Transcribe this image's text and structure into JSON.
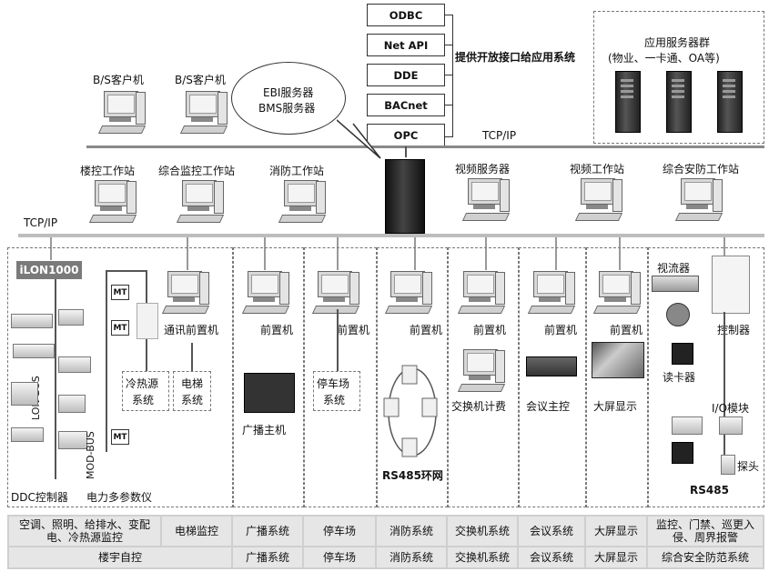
{
  "protocols": [
    "ODBC",
    "Net API",
    "DDE",
    "BACnet",
    "OPC"
  ],
  "interface_text": "提供开放接口给应用系统",
  "app_servers": {
    "title": "应用服务器群",
    "subtitle": "(物业、一卡通、OA等)"
  },
  "bubble": {
    "line1": "EBI服务器",
    "line2": "BMS服务器"
  },
  "bs_clients": [
    "B/S客户机",
    "B/S客户机"
  ],
  "tcpip_top": "TCP/IP",
  "tcpip_left": "TCP/IP",
  "workstations": [
    "楼控工作站",
    "综合监控工作站",
    "消防工作站",
    "视频服务器",
    "视频工作站",
    "综合安防工作站"
  ],
  "bms": {
    "ilon": "iLON1000",
    "lon_bus": "LON-BUS",
    "mod_bus": "MOD-BUS",
    "mt": "MT",
    "ddc": "DDC控制器",
    "meter": "电力多参数仪",
    "comm": "通讯前置机",
    "chiller": [
      "冷热源",
      "系统"
    ],
    "elevator": [
      "电梯",
      "系统"
    ]
  },
  "frontend": "前置机",
  "broadcast_host": "广播主机",
  "parking_sys": [
    "停车场",
    "系统"
  ],
  "rs485_ring": "RS485环网",
  "switch_billing": "交换机计费",
  "conf_host": "会议主控",
  "big_screen": "大屏显示",
  "security": {
    "video_stream": "视流器",
    "controller": "控制器",
    "card_reader": "读卡器",
    "io_module": "I/O模块",
    "detector": "探头",
    "rs485": "RS485"
  },
  "table_row1": [
    "空调、照明、给排水、变配电、冷热源监控",
    "电梯监控",
    "广播系统",
    "停车场",
    "消防系统",
    "交换机系统",
    "会议系统",
    "大屏显示",
    "监控、门禁、巡更入侵、周界报警"
  ],
  "table_row2": [
    "楼宇自控",
    "广播系统",
    "停车场",
    "消防系统",
    "交换机系统",
    "会议系统",
    "大屏显示",
    "综合安全防范系统"
  ]
}
